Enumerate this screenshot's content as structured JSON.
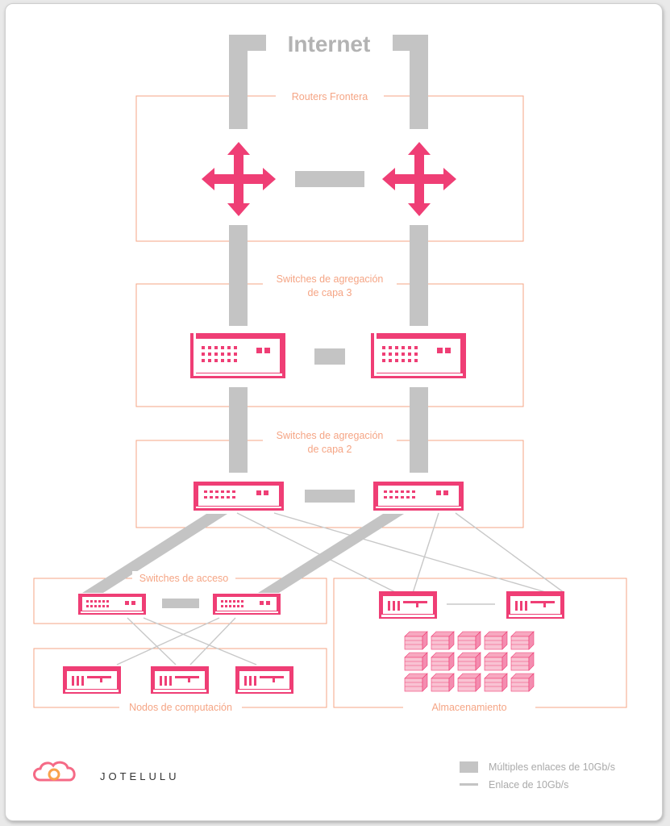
{
  "title": "Internet",
  "sections": {
    "routers": "Routers Frontera",
    "agg_l3_line1": "Switches de agregación",
    "agg_l3_line2": "de capa 3",
    "agg_l2_line1": "Switches de agregación",
    "agg_l2_line2": "de capa 2",
    "access": "Switches de acceso",
    "compute": "Nodos de computación",
    "storage": "Almacenamiento"
  },
  "brand": {
    "name": "JOTELULU",
    "icon": "cloud-logo-icon"
  },
  "legend": {
    "multi": "Múltiples enlaces de 10Gb/s",
    "single": "Enlace de 10Gb/s"
  },
  "colors": {
    "accent": "#ef3e75",
    "box_border": "#f5a585",
    "link": "#c4c4c4",
    "title": "#b3b3b3"
  }
}
